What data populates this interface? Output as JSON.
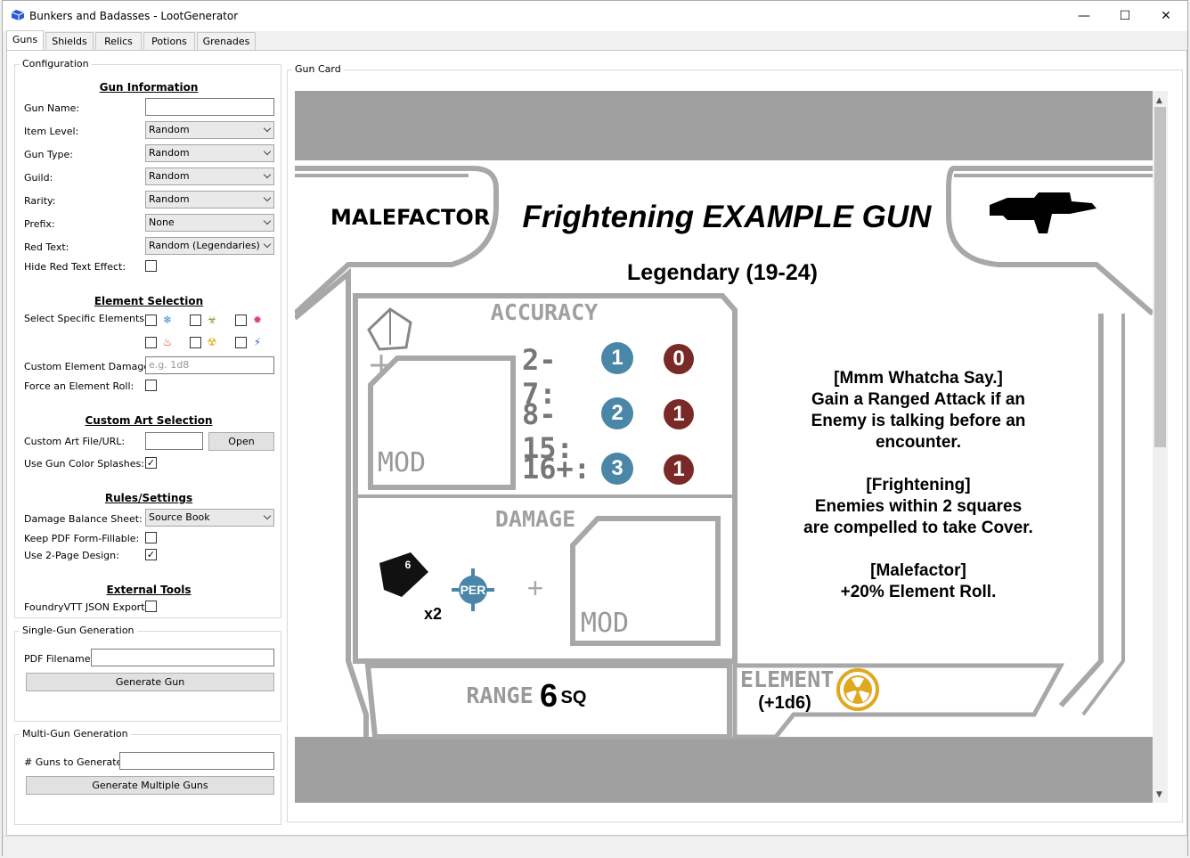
{
  "window": {
    "title": "Bunkers and Badasses - LootGenerator",
    "minimize": "—",
    "maximize": "☐",
    "close": "✕"
  },
  "tabs": [
    {
      "label": "Guns",
      "active": true
    },
    {
      "label": "Shields"
    },
    {
      "label": "Relics"
    },
    {
      "label": "Potions"
    },
    {
      "label": "Grenades"
    }
  ],
  "config": {
    "legend": "Configuration",
    "gun_info": {
      "header": "Gun Information",
      "gun_name_label": "Gun Name:",
      "gun_name_value": "",
      "item_level_label": "Item Level:",
      "item_level_value": "Random",
      "gun_type_label": "Gun Type:",
      "gun_type_value": "Random",
      "guild_label": "Guild:",
      "guild_value": "Random",
      "rarity_label": "Rarity:",
      "rarity_value": "Random",
      "prefix_label": "Prefix:",
      "prefix_value": "None",
      "red_text_label": "Red Text:",
      "red_text_value": "Random (Legendaries)",
      "hide_red_text_label": "Hide Red Text Effect:",
      "hide_red_text_checked": false
    },
    "element": {
      "header": "Element Selection",
      "select_label": "Select Specific Elements:",
      "elements": [
        {
          "icon": "cryo-icon",
          "glyph": "❄",
          "color": "#3a8fd8"
        },
        {
          "icon": "corrosive-icon",
          "glyph": "☣",
          "color": "#7a9a2a"
        },
        {
          "icon": "radiation-explosive-icon",
          "glyph": "✹",
          "color": "#d8408a"
        },
        {
          "icon": "fire-icon",
          "glyph": "🔥",
          "color": "#e0401a"
        },
        {
          "icon": "radiation-icon",
          "glyph": "☢",
          "color": "#e0b020"
        },
        {
          "icon": "shock-icon",
          "glyph": "⚡",
          "color": "#3a6ad8"
        }
      ],
      "custom_damage_label": "Custom Element Damage:",
      "custom_damage_placeholder": "e.g. 1d8",
      "force_roll_label": "Force an Element Roll:",
      "force_roll_checked": false
    },
    "art": {
      "header": "Custom Art Selection",
      "file_label": "Custom Art File/URL:",
      "open_button": "Open",
      "splashes_label": "Use Gun Color Splashes:",
      "splashes_checked": true
    },
    "rules": {
      "header": "Rules/Settings",
      "balance_label": "Damage Balance Sheet:",
      "balance_value": "Source Book",
      "pdf_fillable_label": "Keep PDF Form-Fillable:",
      "pdf_fillable_checked": false,
      "two_page_label": "Use 2-Page Design:",
      "two_page_checked": true
    },
    "external": {
      "header": "External Tools",
      "foundry_label": "FoundryVTT JSON Export:",
      "foundry_checked": false
    }
  },
  "single": {
    "legend": "Single-Gun Generation",
    "filename_label": "PDF Filename:",
    "generate_button": "Generate Gun"
  },
  "multi": {
    "legend": "Multi-Gun Generation",
    "count_label": "# Guns to Generate:",
    "generate_button": "Generate Multiple Guns"
  },
  "gun_card": {
    "legend": "Gun Card",
    "guild_logo": "MALEFACTOR",
    "gun_name": "Frightening EXAMPLE GUN",
    "rarity": "Legendary (19-24)",
    "accuracy_label": "ACCURACY",
    "accuracy_rows": [
      {
        "range": "2-7:",
        "hits": "1",
        "crits": "0"
      },
      {
        "range": "8-15:",
        "hits": "2",
        "crits": "1"
      },
      {
        "range": "16+:",
        "hits": "3",
        "crits": "1"
      }
    ],
    "mod_label": "MOD",
    "damage_label": "DAMAGE",
    "damage_die": "6",
    "damage_multiplier": "x2",
    "per_label": "PER",
    "plus": "+",
    "range_label": "RANGE",
    "range_value": "6",
    "range_unit": "SQ",
    "element_label": "ELEMENT",
    "element_bonus": "(+1d6)",
    "effects": [
      "[Mmm Whatcha Say.]",
      "Gain a Ranged Attack if an",
      "Enemy is talking before an",
      "encounter.",
      "",
      "[Frightening]",
      "Enemies within 2 squares",
      "are compelled to take Cover.",
      "",
      "[Malefactor]",
      "+20% Element Roll."
    ],
    "colors": {
      "frame": "#a8a8a8",
      "blue": "#4a86a8",
      "red": "#7a2a26",
      "radiation": "#e0a820"
    }
  }
}
